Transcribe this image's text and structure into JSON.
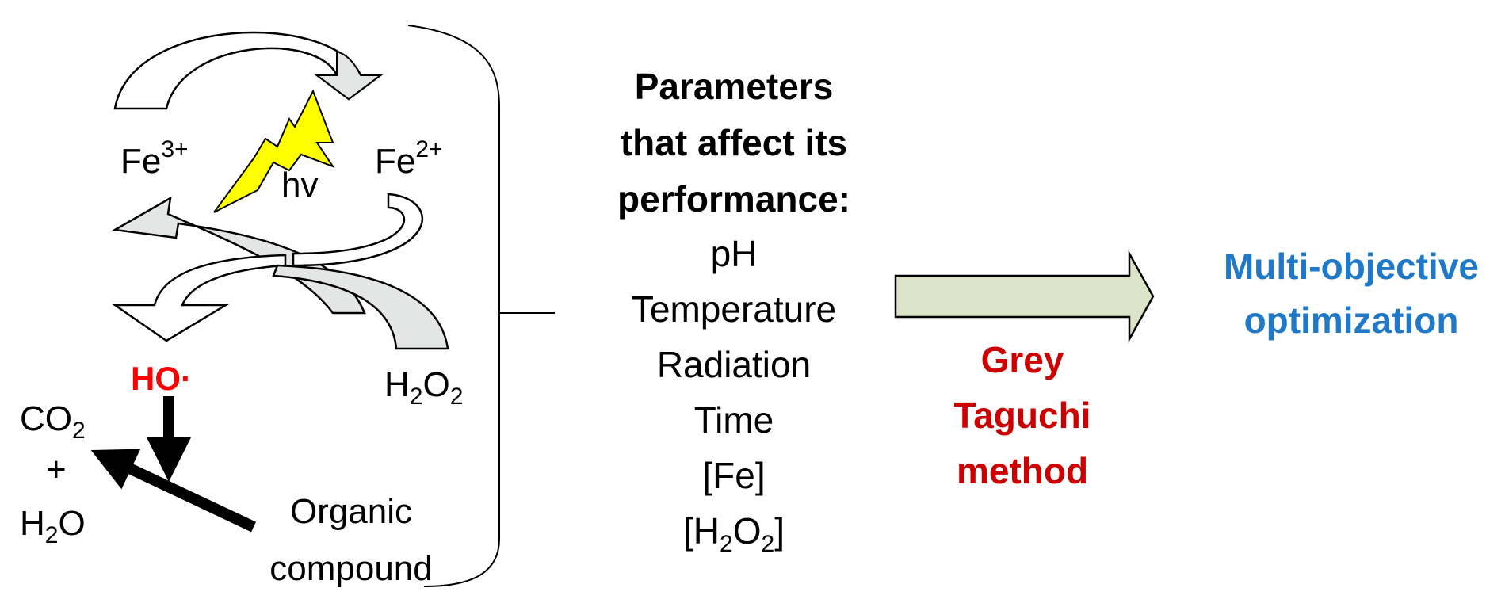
{
  "colors": {
    "hydroxyl": "#ff0000",
    "method": "#cc0000",
    "optimization": "#1f78c8",
    "arrow_fill": "#e4e6e6",
    "lightning": "#ffff00",
    "stroke": "#000000"
  },
  "cycle": {
    "fe3": {
      "base": "Fe",
      "sup": "3+"
    },
    "fe2": {
      "base": "Fe",
      "sup": "2+"
    },
    "light": "hv",
    "hydroxyl": "HO·",
    "h2o2": {
      "a": "H",
      "sub1": "2",
      "b": "O",
      "sub2": "2"
    },
    "co2": {
      "base": "CO",
      "sub": "2"
    },
    "plus": "+",
    "h2o": {
      "a": "H",
      "sub": "2",
      "b": "O"
    },
    "organic": {
      "line1": "Organic",
      "line2": "compound"
    }
  },
  "parameters": {
    "heading": [
      "Parameters",
      "that affect its",
      "performance:"
    ],
    "items": [
      "pH",
      "Temperature",
      "Radiation",
      "Time",
      "[Fe]"
    ],
    "h2o2_item": {
      "open": "[H",
      "sub1": "2",
      "mid": "O",
      "sub2": "2",
      "close": "]"
    }
  },
  "method": [
    "Grey",
    "Taguchi",
    "method"
  ],
  "result": [
    "Multi-objective",
    "optimization"
  ]
}
